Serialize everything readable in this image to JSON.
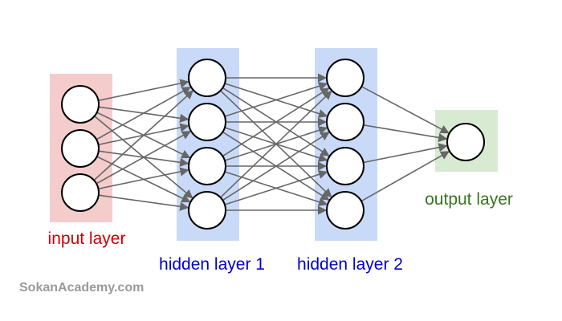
{
  "diagram": {
    "layers": [
      {
        "label": "input layer",
        "neurons": 3,
        "fill": "#f4cccc",
        "label_color": "#cc0000"
      },
      {
        "label": "hidden layer 1",
        "neurons": 4,
        "fill": "#c9daf8",
        "label_color": "#0000cc"
      },
      {
        "label": "hidden layer 2",
        "neurons": 4,
        "fill": "#c9daf8",
        "label_color": "#0000cc"
      },
      {
        "label": "output layer",
        "neurons": 1,
        "fill": "#d9ead3",
        "label_color": "#38761d"
      }
    ],
    "connection_color": "#666666",
    "neuron_stroke": "#000000",
    "neuron_fill": "#ffffff",
    "connectivity": "fully-connected"
  },
  "watermark": "SokanAcademy.com"
}
